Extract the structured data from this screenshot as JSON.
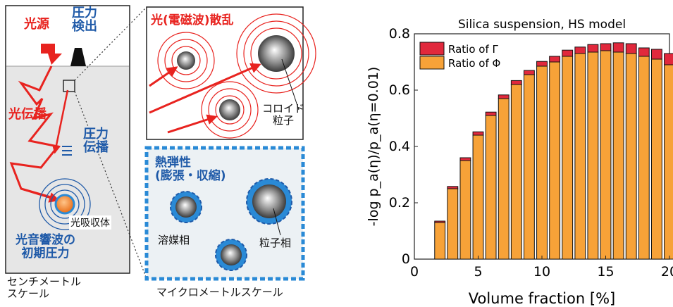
{
  "left_panel": {
    "light_source": "光源",
    "pressure_detection": "圧力\n検出",
    "light_propagation": "光伝播",
    "pressure_propagation": "圧力\n伝播",
    "absorber": "光吸収体",
    "initial_pressure": "光音響波の\n初期圧力",
    "scale_caption": "センチメートル\nスケール"
  },
  "top_middle_panel": {
    "title": "光(電磁波)散乱",
    "colloid_particle": "コロイド\n粒子"
  },
  "bottom_middle_panel": {
    "title": "熱弾性\n(膨張・収縮)",
    "solvent_phase": "溶媒相",
    "particle_phase": "粒子相",
    "scale_caption": "マイクロメートルスケール"
  },
  "colors": {
    "red": "#e8231f",
    "blue": "#1f5aa8",
    "orange_bar": "#f7a238",
    "red_bar": "#e1283c",
    "panel_gray": "#e6e6e6",
    "light_blue": "#2a8ad6"
  },
  "chart_data": {
    "type": "bar",
    "title": "Silica suspension, HS model",
    "xlabel": "Volume fraction [%]",
    "ylabel": "-log p_a(η)/p_a(η=0.01)",
    "xlim": [
      0,
      20
    ],
    "ylim": [
      0,
      0.8
    ],
    "xticks": [
      0,
      5,
      10,
      15,
      20
    ],
    "yticks": [
      0,
      0.2,
      0.4,
      0.6,
      0.8
    ],
    "x": [
      2,
      3,
      4,
      5,
      6,
      7,
      8,
      9,
      10,
      11,
      12,
      13,
      14,
      15,
      16,
      17,
      18,
      19,
      20
    ],
    "series": [
      {
        "name": "Ratio of Φ",
        "values": [
          0.13,
          0.25,
          0.35,
          0.44,
          0.51,
          0.57,
          0.62,
          0.655,
          0.685,
          0.7,
          0.72,
          0.73,
          0.735,
          0.74,
          0.735,
          0.73,
          0.72,
          0.71,
          0.69
        ]
      },
      {
        "name": "Ratio of Γ",
        "values": [
          0.005,
          0.008,
          0.01,
          0.012,
          0.012,
          0.013,
          0.014,
          0.015,
          0.017,
          0.02,
          0.022,
          0.023,
          0.027,
          0.025,
          0.033,
          0.035,
          0.03,
          0.035,
          0.04
        ]
      }
    ],
    "legend_position": "top-left",
    "grid": false
  }
}
